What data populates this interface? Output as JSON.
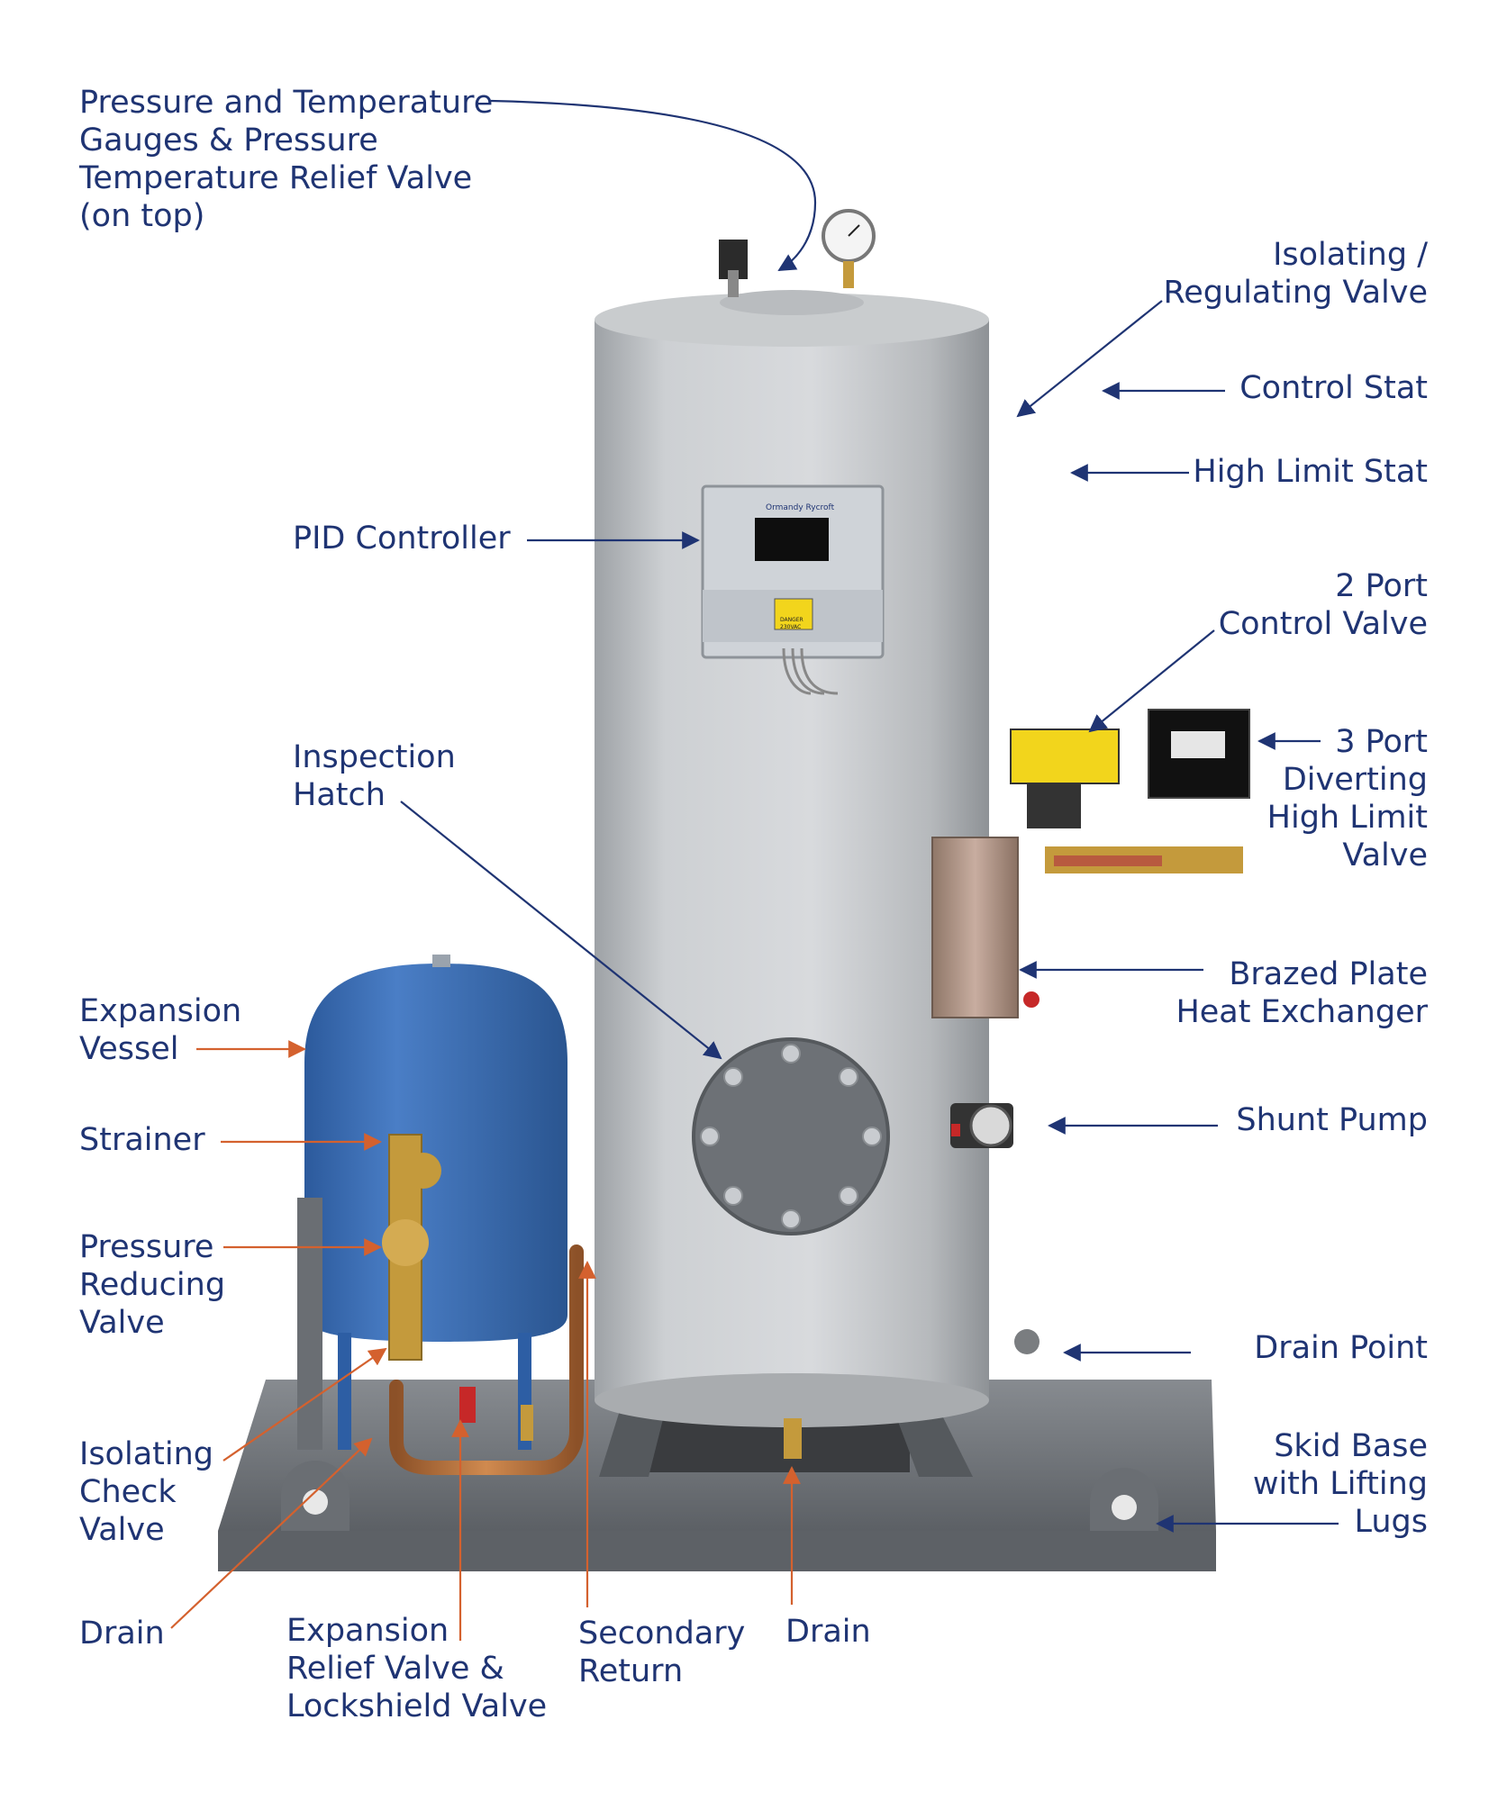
{
  "labels": {
    "pt_gauges": "Pressure and Temperature\nGauges & Pressure\nTemperature Relief Valve\n(on top)",
    "isolating_regulating": "Isolating /\nRegulating Valve",
    "control_stat": "Control Stat",
    "high_limit_stat": "High Limit Stat",
    "pid_controller": "PID Controller",
    "two_port": "2 Port\nControl Valve",
    "three_port": "3 Port\nDiverting\nHigh Limit\nValve",
    "inspection_hatch": "Inspection\nHatch",
    "brazed_plate": "Brazed Plate\nHeat Exchanger",
    "expansion_vessel": "Expansion\nVessel",
    "strainer": "Strainer",
    "shunt_pump": "Shunt Pump",
    "prv": "Pressure\nReducing\nValve",
    "drain_point": "Drain Point",
    "isolating_check": "Isolating\nCheck\nValve",
    "skid_base": "Skid Base\nwith Lifting\nLugs",
    "drain_left": "Drain",
    "exp_relief": "Expansion\nRelief Valve &\nLockshield Valve",
    "secondary_return": "Secondary\nReturn",
    "drain_bottom": "Drain"
  },
  "controller_panel": {
    "brand": "Ormandy Rycroft",
    "warning": "DANGER\n230VAC"
  },
  "colors": {
    "label_blue": "#1f3473",
    "leader_blue": "#1f3473",
    "leader_orange": "#d4612e",
    "cylinder": "#c3c6c9",
    "vessel_blue": "#3d6fb8",
    "skid_grey": "#6b6f74",
    "copper": "#b8743f",
    "brass": "#c49a3c"
  }
}
